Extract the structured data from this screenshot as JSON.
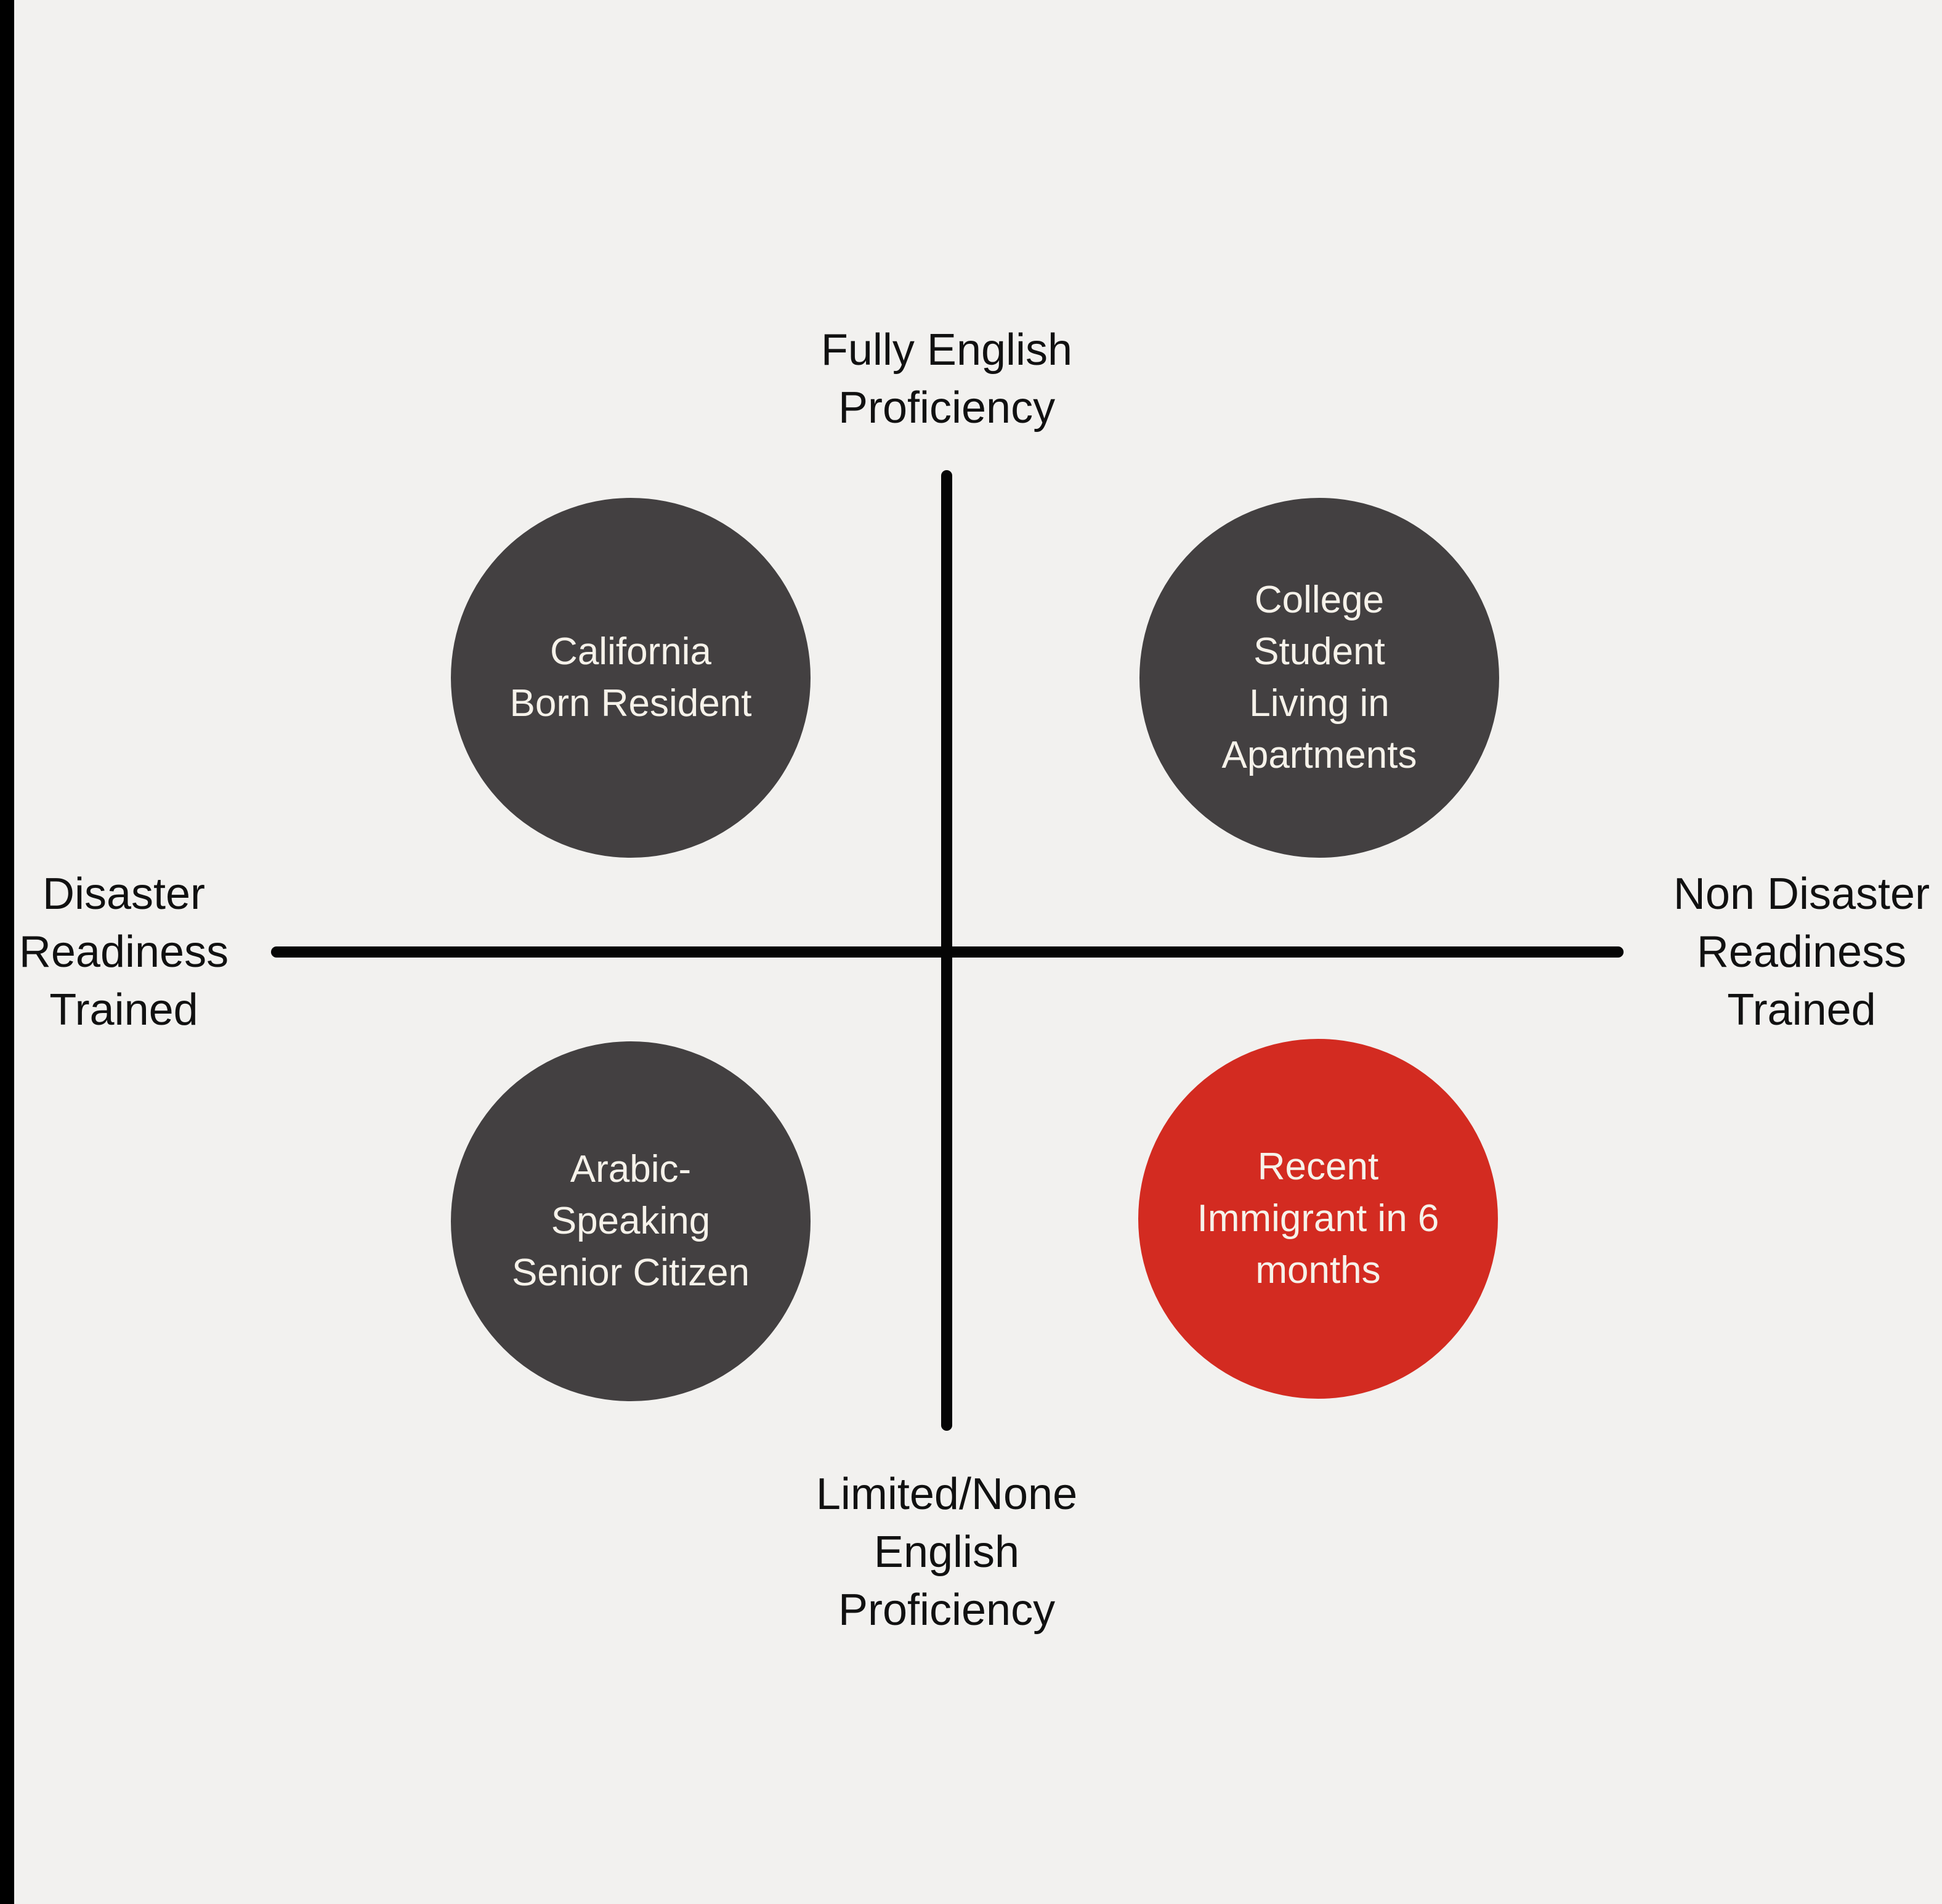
{
  "page": {
    "background": "#f2f1ef",
    "left_edge_bar_color": "#000000"
  },
  "colors": {
    "axis_line": "#050505",
    "axis_label_text": "#111111",
    "circle_dark": "#434041",
    "circle_highlight_red": "#d32b21",
    "circle_text": "#f6f2ea"
  },
  "axis_labels": {
    "top": {
      "line1": "Fully English",
      "line2": "Proficiency"
    },
    "bottom": {
      "line1": "Limited/None",
      "line2": "English",
      "line3": "Proficiency"
    },
    "left": {
      "line1": "Disaster",
      "line2": "Readiness",
      "line3": "Trained"
    },
    "right": {
      "line1": "Non Disaster",
      "line2": "Readiness",
      "line3": "Trained"
    }
  },
  "quadrants": {
    "top_left": {
      "color": "#434041",
      "line1": "California",
      "line2": "Born Resident"
    },
    "top_right": {
      "color": "#434041",
      "line1": "College",
      "line2": "Student",
      "line3": "Living in",
      "line4": "Apartments"
    },
    "bottom_left": {
      "color": "#434041",
      "line1": "Arabic-",
      "line2": "Speaking",
      "line3": "Senior Citizen"
    },
    "bottom_right": {
      "color": "#d32b21",
      "line1": "Recent",
      "line2": "Immigrant in 6",
      "line3": "months"
    }
  }
}
